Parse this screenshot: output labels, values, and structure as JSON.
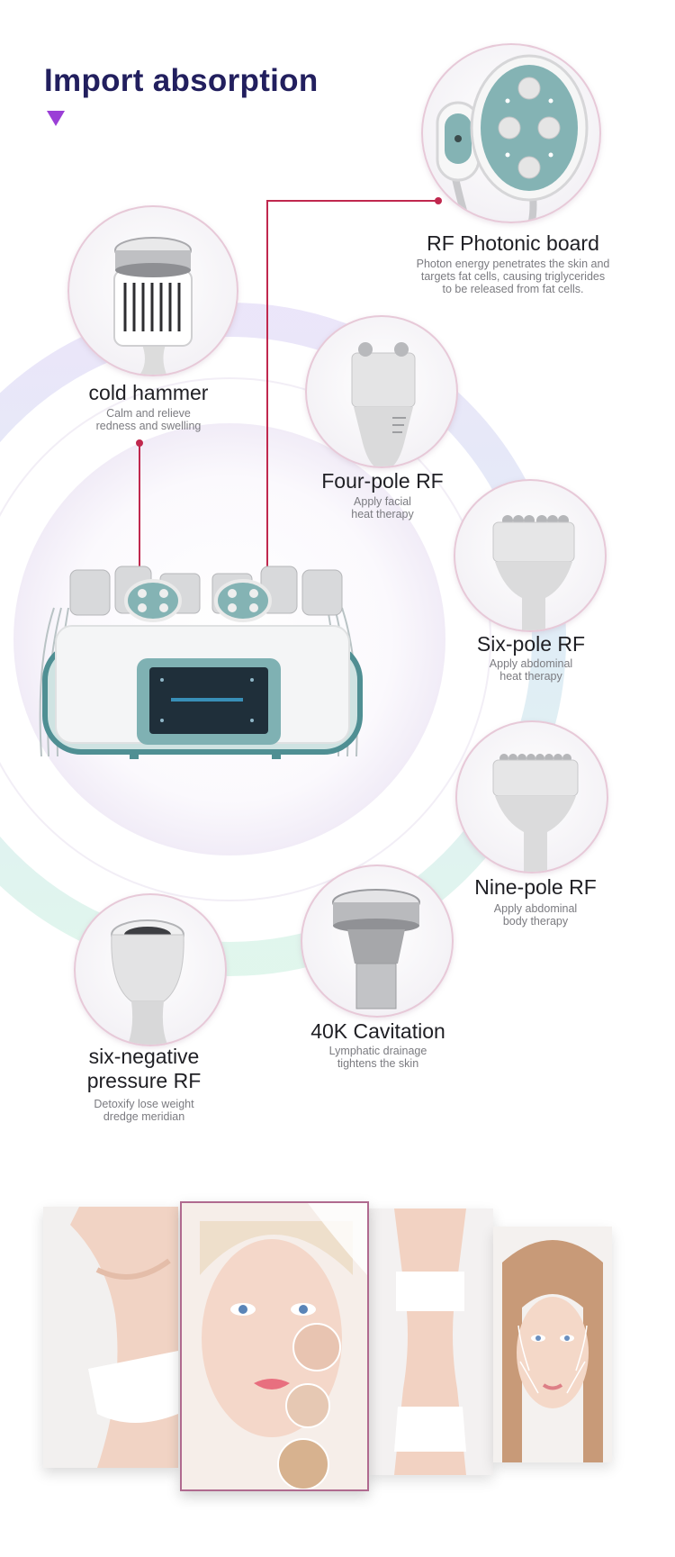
{
  "heading": {
    "title": "Import absorption"
  },
  "handpieces": [
    {
      "name": "RF Photonic board",
      "desc": [
        "Photon energy penetrates the skin and",
        "targets fat cells, causing triglycerides",
        "to be released from fat cells."
      ]
    },
    {
      "name": "cold hammer",
      "desc": [
        "Calm and relieve",
        "redness and swelling"
      ]
    },
    {
      "name": "Four-pole RF",
      "desc": [
        "Apply facial",
        "heat therapy"
      ]
    },
    {
      "name": "Six-pole RF",
      "desc": [
        "Apply abdominal",
        "heat therapy"
      ]
    },
    {
      "name": "Nine-pole RF",
      "desc": [
        "Apply abdominal",
        "body therapy"
      ]
    },
    {
      "name": "40K Cavitation",
      "desc": [
        "Lymphatic drainage",
        "tightens the skin"
      ]
    },
    {
      "name": [
        "six-negative",
        "pressure RF"
      ],
      "desc": [
        "Detoxify lose weight",
        "dredge meridian"
      ]
    }
  ],
  "colors": {
    "accent": "#9b3fd6",
    "title": "#221f5e",
    "connector": "#c0284e",
    "teal": "#4f8f93"
  },
  "icons": [
    "rf-photonic-board-icon",
    "cold-hammer-icon",
    "four-pole-rf-icon",
    "six-pole-rf-icon",
    "nine-pole-rf-icon",
    "cavitation-icon",
    "negative-pressure-icon"
  ]
}
